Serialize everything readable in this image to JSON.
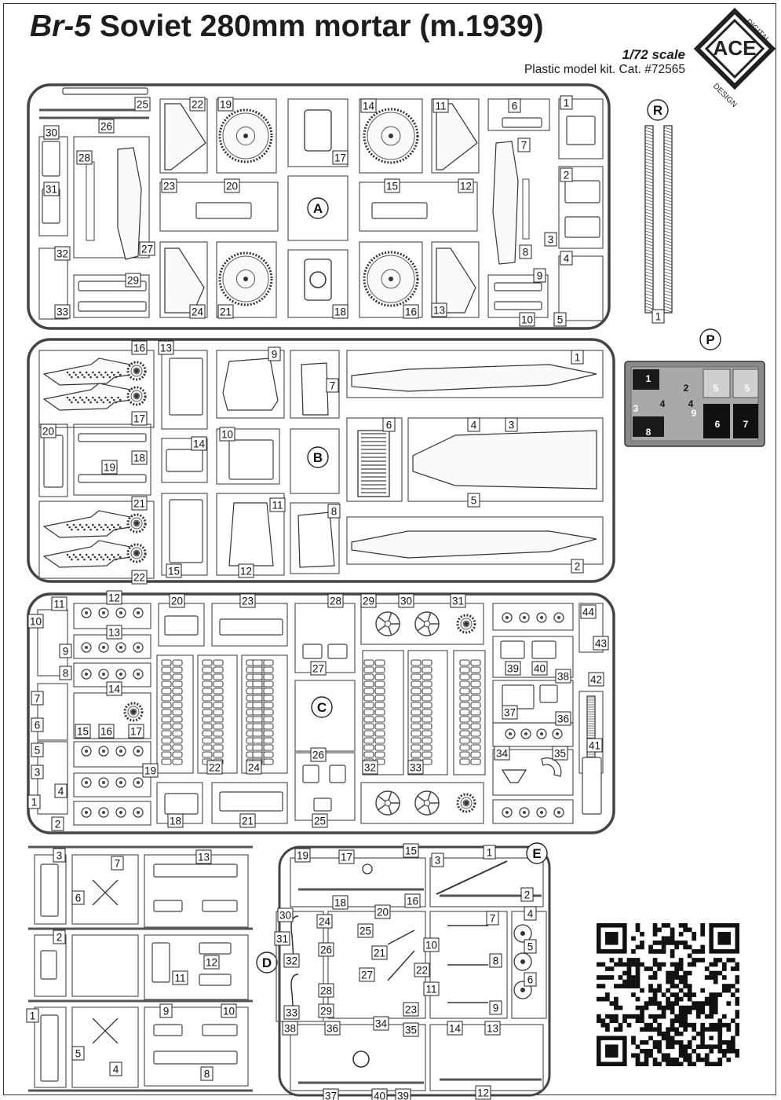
{
  "header": {
    "title_model": "Br-5",
    "title_rest": "Soviet 280mm mortar (m.1939)",
    "scale": "1/72 scale",
    "catalog": "Plastic model kit. Cat. #72565"
  },
  "logo": {
    "word_top": "DIGITAL",
    "word_main": "ACE",
    "word_bottom": "DESIGN"
  },
  "sprues": {
    "A": {
      "letter": "A",
      "parts": [
        "1",
        "2",
        "3",
        "4",
        "5",
        "6",
        "7",
        "8",
        "9",
        "10",
        "11",
        "12",
        "13",
        "14",
        "15",
        "16",
        "17",
        "18",
        "19",
        "20",
        "21",
        "22",
        "23",
        "24",
        "25",
        "26",
        "27",
        "28",
        "29",
        "30",
        "31",
        "32",
        "33"
      ]
    },
    "B": {
      "letter": "B",
      "parts": [
        "1",
        "2",
        "3",
        "4",
        "5",
        "6",
        "7",
        "8",
        "9",
        "10",
        "11",
        "12",
        "13",
        "14",
        "15",
        "16",
        "17",
        "18",
        "19",
        "20",
        "21",
        "22"
      ]
    },
    "C": {
      "letter": "C",
      "parts": [
        "1",
        "2",
        "3",
        "4",
        "5",
        "6",
        "7",
        "8",
        "9",
        "10",
        "11",
        "12",
        "13",
        "14",
        "15",
        "16",
        "17",
        "18",
        "19",
        "20",
        "21",
        "22",
        "23",
        "24",
        "25",
        "26",
        "27",
        "28",
        "29",
        "30",
        "31",
        "32",
        "33",
        "34",
        "35",
        "36",
        "37",
        "38",
        "39",
        "40",
        "41",
        "42",
        "43",
        "44"
      ]
    },
    "D": {
      "letter": "D",
      "parts": [
        "1",
        "2",
        "3",
        "4",
        "5",
        "6",
        "7",
        "8",
        "9",
        "10",
        "11",
        "12",
        "13"
      ]
    },
    "E": {
      "letter": "E",
      "parts": [
        "1",
        "2",
        "3",
        "4",
        "5",
        "6",
        "7",
        "8",
        "9",
        "10",
        "11",
        "12",
        "13",
        "14",
        "15",
        "16",
        "17",
        "18",
        "19",
        "20",
        "21",
        "22",
        "23",
        "24",
        "25",
        "26",
        "27",
        "28",
        "29",
        "30",
        "31",
        "32",
        "33",
        "34",
        "35",
        "36",
        "37",
        "38",
        "39",
        "40"
      ]
    },
    "R": {
      "letter": "R",
      "parts": [
        "1"
      ]
    },
    "P": {
      "letter": "P",
      "parts": [
        "1",
        "2",
        "3",
        "4",
        "4",
        "5",
        "5",
        "6",
        "7",
        "8",
        "9"
      ]
    }
  }
}
